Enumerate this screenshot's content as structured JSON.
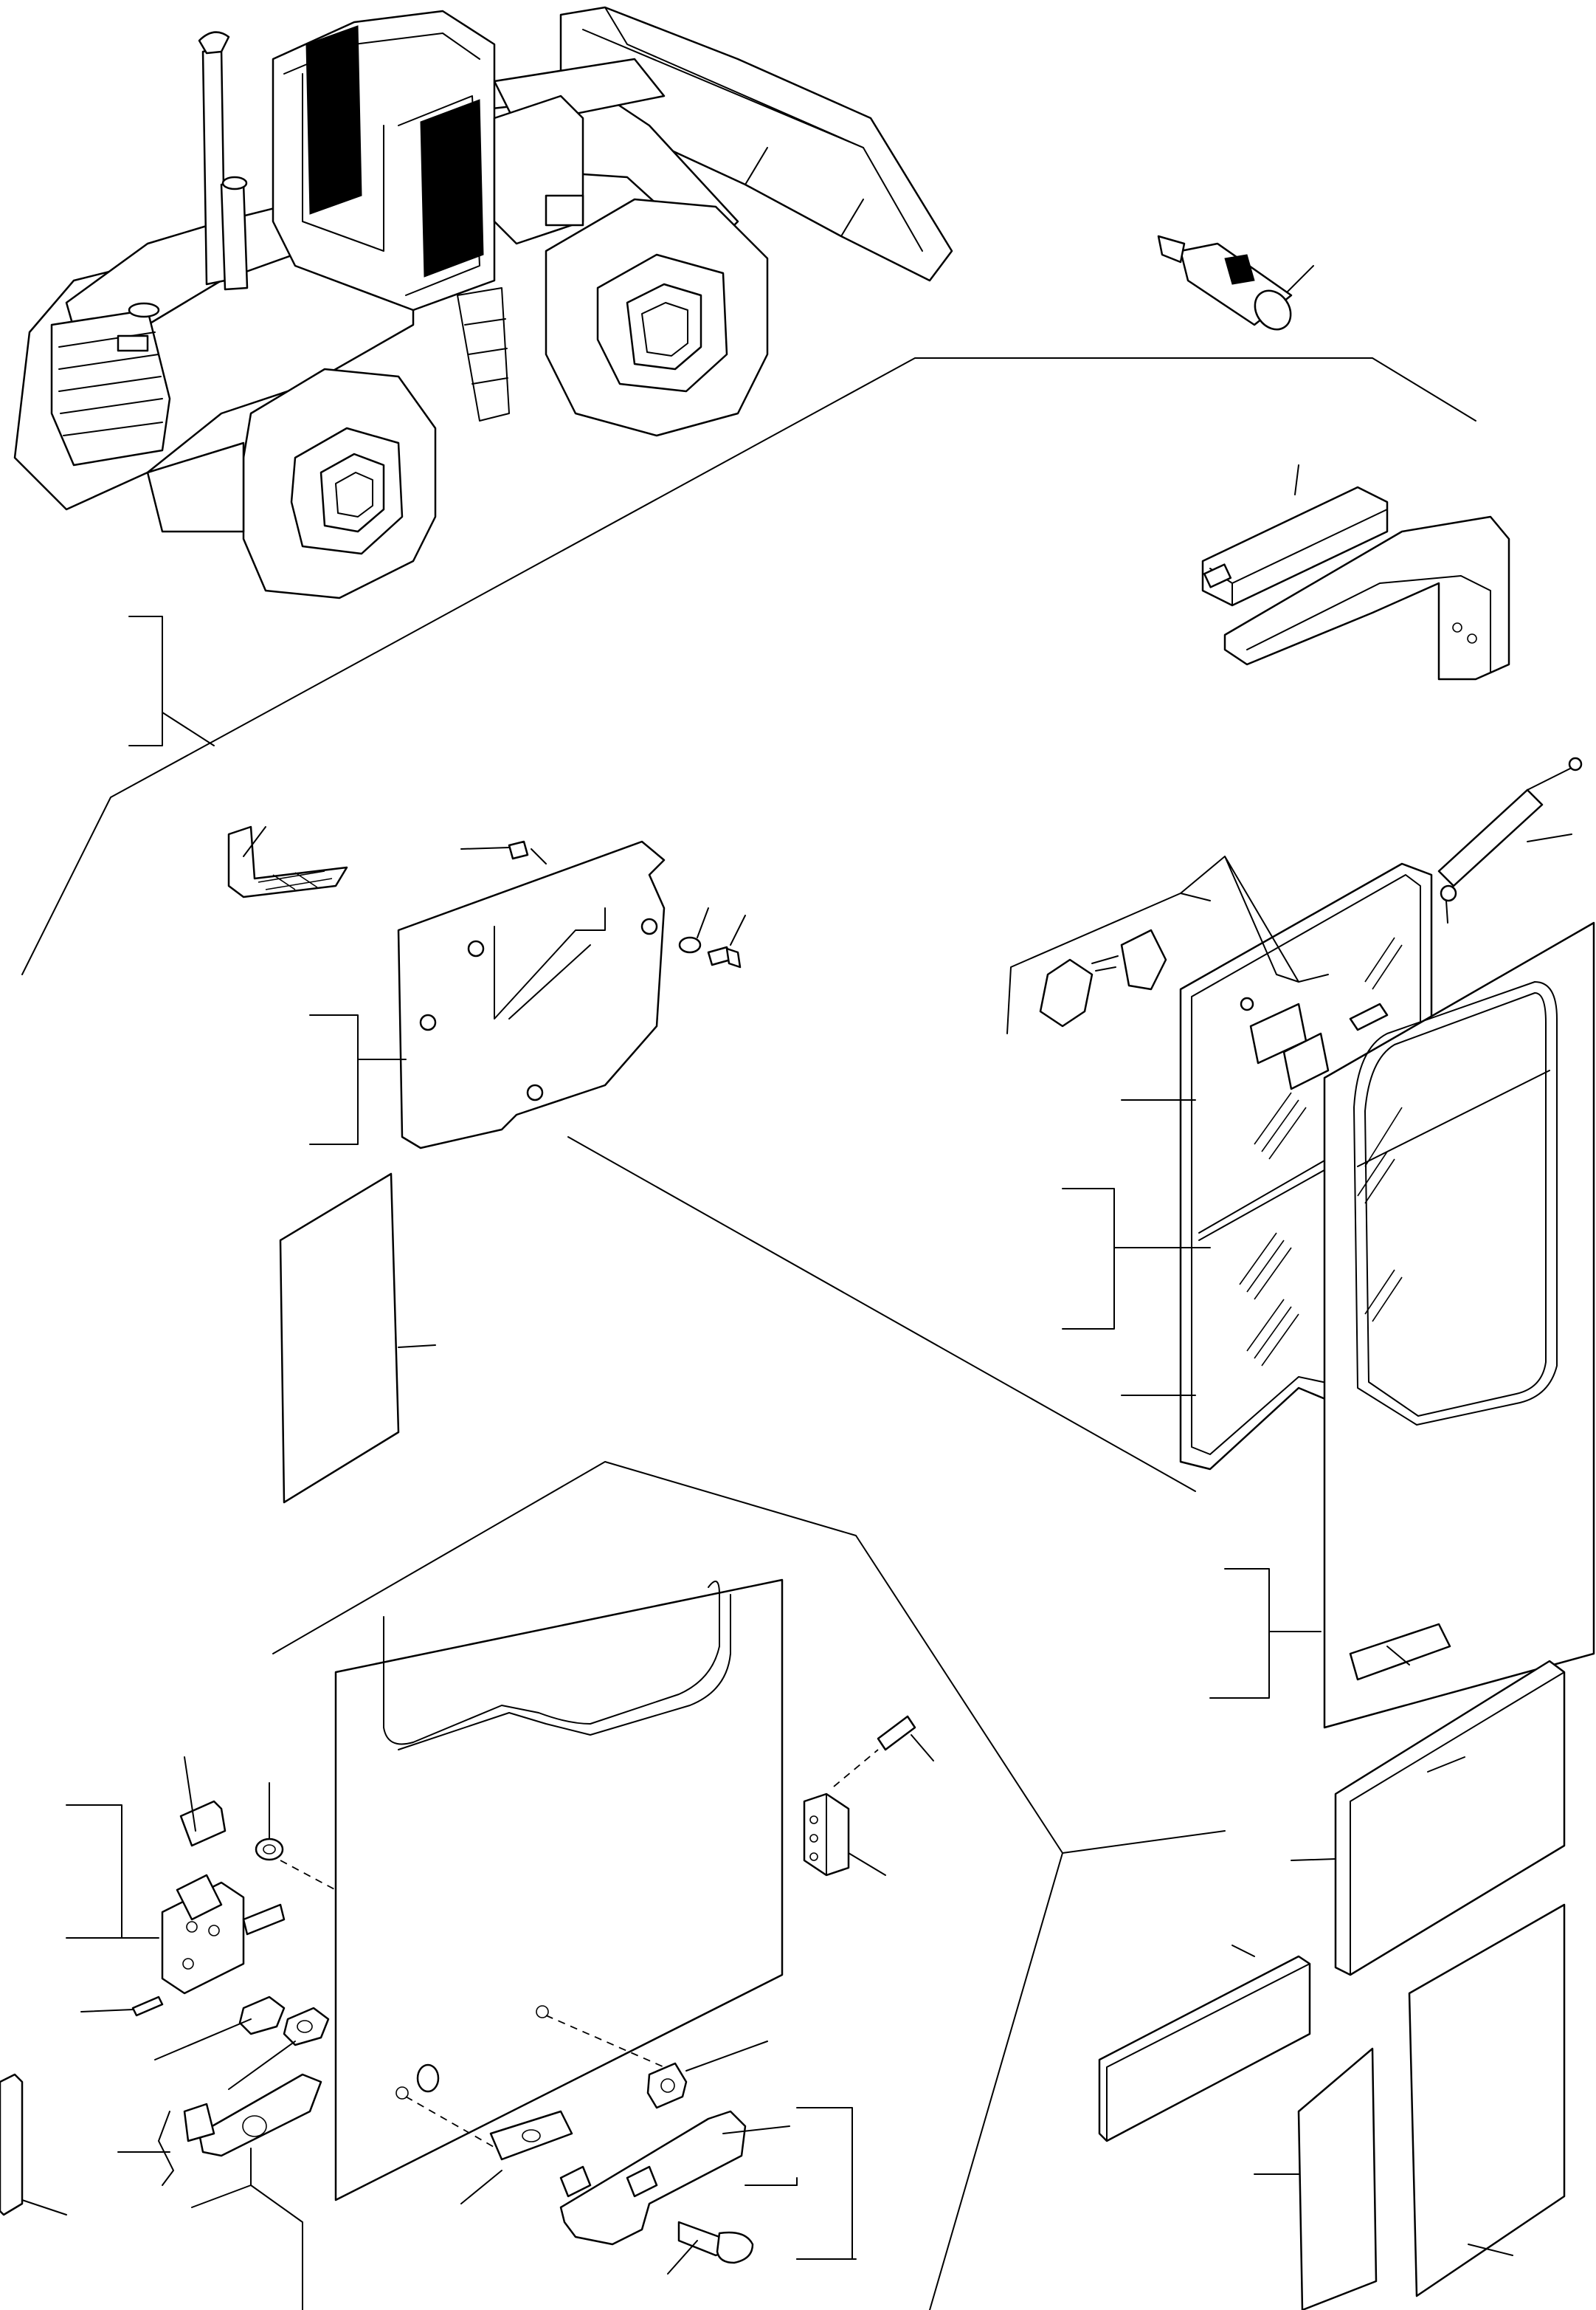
{
  "figure": {
    "description_text": "",
    "parts": [
      {
        "id": "wheel-loader-machine",
        "label": ""
      },
      {
        "id": "adhesive-tube",
        "label": ""
      },
      {
        "id": "door-seal-profiles",
        "label": ""
      },
      {
        "id": "gas-strut",
        "label": ""
      },
      {
        "id": "rear-cover-plate",
        "label": ""
      },
      {
        "id": "corner-bracket",
        "label": ""
      },
      {
        "id": "sliding-window-assembly",
        "label": ""
      },
      {
        "id": "window-latch-parts",
        "label": ""
      },
      {
        "id": "door-frame",
        "label": ""
      },
      {
        "id": "cab-door-panel",
        "label": ""
      },
      {
        "id": "door-lock-assembly",
        "label": ""
      },
      {
        "id": "door-hinge",
        "label": ""
      },
      {
        "id": "door-handle",
        "label": ""
      },
      {
        "id": "door-key",
        "label": ""
      },
      {
        "id": "insulation-pads",
        "label": ""
      },
      {
        "id": "seal-strip",
        "label": ""
      }
    ]
  }
}
